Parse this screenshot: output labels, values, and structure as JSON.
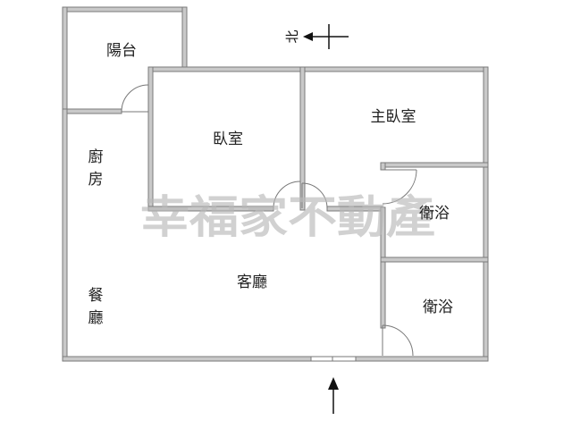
{
  "floor_plan": {
    "rooms": {
      "balcony": "陽台",
      "bedroom": "臥室",
      "master_bedroom": "主臥室",
      "kitchen_top": "廚",
      "kitchen_bottom": "房",
      "bathroom_1": "衛浴",
      "bathroom_2": "衛浴",
      "living_room": "客廳",
      "dining_top": "餐",
      "dining_bottom": "廳"
    },
    "compass": {
      "north_label": "北"
    },
    "watermark": "幸福家不動產",
    "colors": {
      "wall_fill": "#c9c9c9",
      "wall_edge": "#7a7a7a",
      "watermark": "#b9b9b9",
      "ink": "#111111"
    }
  }
}
